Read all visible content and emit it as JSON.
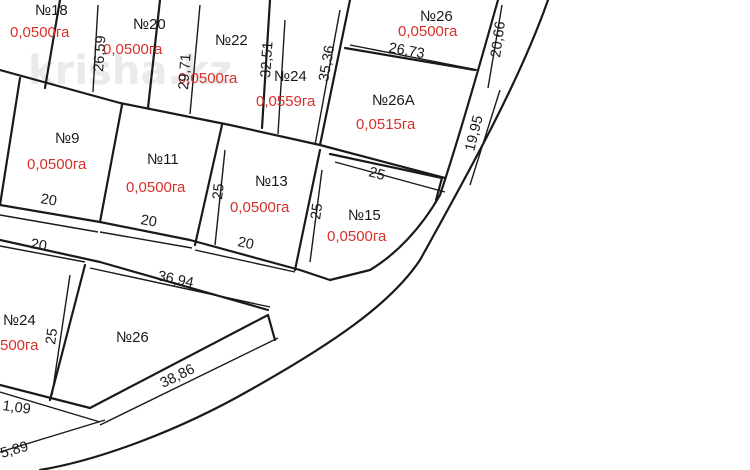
{
  "watermark": "krisha.kz",
  "lots": [
    {
      "id": "lot-18",
      "number": "№18",
      "area": "0,0500га"
    },
    {
      "id": "lot-20",
      "number": "№20",
      "area": "0,0500га"
    },
    {
      "id": "lot-22",
      "number": "№22",
      "area": "0,0500га"
    },
    {
      "id": "lot-24-top",
      "number": "№24",
      "area": "0,0559га"
    },
    {
      "id": "lot-26-top",
      "number": "№26",
      "area": "0,0500га"
    },
    {
      "id": "lot-26a",
      "number": "№26А",
      "area": "0,0515га"
    },
    {
      "id": "lot-9",
      "number": "№9",
      "area": "0,0500га"
    },
    {
      "id": "lot-11",
      "number": "№11",
      "area": "0,0500га"
    },
    {
      "id": "lot-13",
      "number": "№13",
      "area": "0,0500га"
    },
    {
      "id": "lot-15",
      "number": "№15",
      "area": "0,0500га"
    },
    {
      "id": "lot-24-bottom",
      "number": "№24",
      "area": "500га"
    },
    {
      "id": "lot-26-bottom",
      "number": "№26",
      "area": ""
    }
  ],
  "dimensions": {
    "d_26_59": "26,59",
    "d_29_71": "29,71",
    "d_32_51": "32,51",
    "d_35_36": "35,36",
    "d_26_73": "26,73",
    "d_20_66": "20,66",
    "d_19_95": "19,95",
    "d_25_top": "25",
    "d_25_lot11": "25",
    "d_25_lot15": "25",
    "d_20_lot9": "20",
    "d_20_lot11": "20",
    "d_20_lot13": "20",
    "d_20_road": "20",
    "d_36_94": "36,94",
    "d_25_lot24": "25",
    "d_38_86": "38,86",
    "d_1_09": "1,09",
    "d_5_89": "5,89"
  }
}
